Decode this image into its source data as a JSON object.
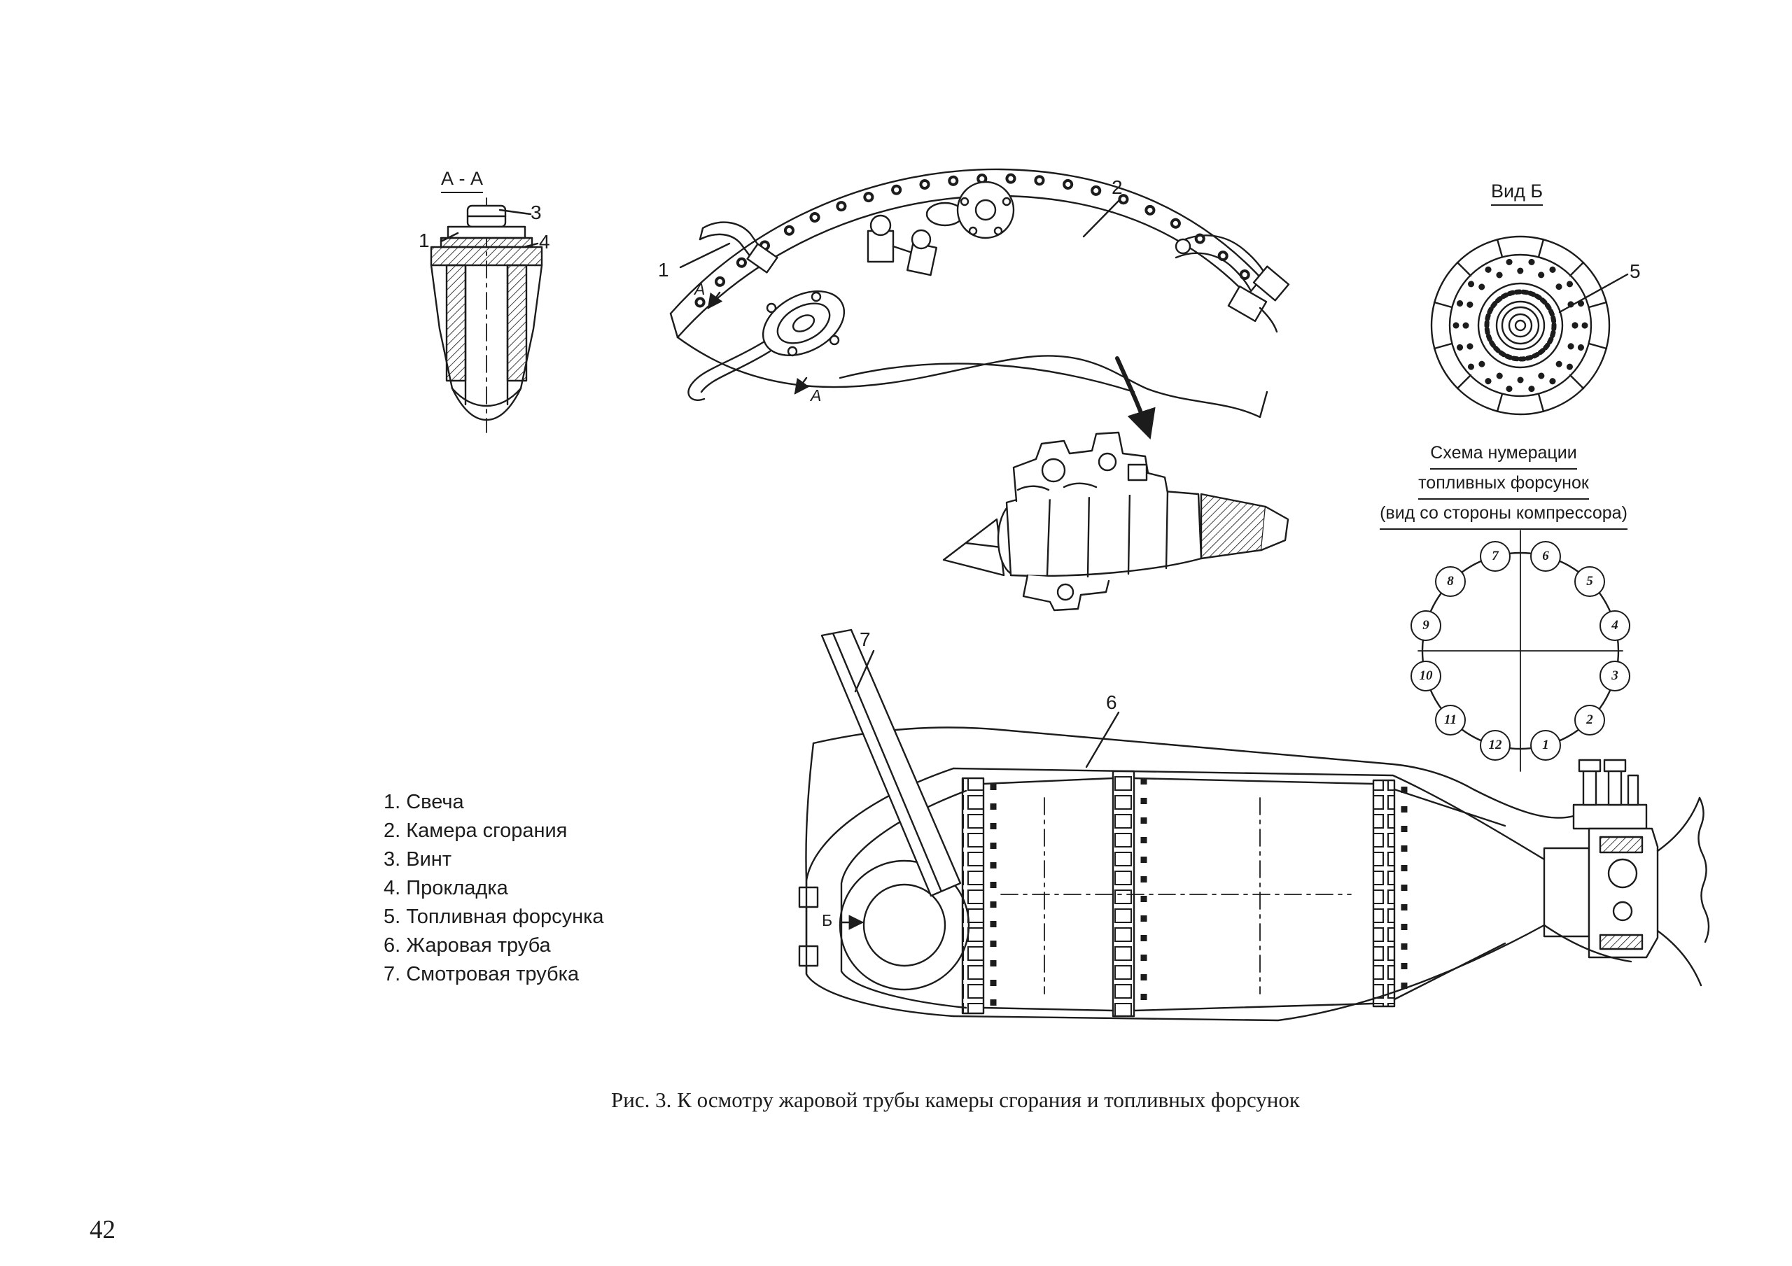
{
  "page": {
    "number": "42",
    "caption": "Рис. 3. К осмотру жаровой трубы камеры сгорания и топливных форсунок",
    "background_color": "#ffffff",
    "ink_color": "#1c1c1c"
  },
  "views": {
    "section_label": "А - А",
    "view_b_label": "Вид Б",
    "scheme_title": [
      "Схема нумерации",
      "топливных форсунок",
      "(вид со стороны компрессора)"
    ],
    "direction_mark": "Б",
    "section_mark": "А"
  },
  "callouts": {
    "spark_plug": "1",
    "combustion_chamber": "2",
    "screw": "3",
    "gasket": "4",
    "fuel_nozzle": "5",
    "flame_tube": "6",
    "inspection_tube": "7"
  },
  "legend": {
    "items": [
      "1. Свеча",
      "2. Камера сгорания",
      "3. Винт",
      "4. Прокладка",
      "5. Топливная форсунка",
      "6. Жаровая труба",
      "7. Смотровая трубка"
    ]
  },
  "nozzle_numbering": {
    "numbers": [
      "1",
      "2",
      "3",
      "4",
      "5",
      "6",
      "7",
      "8",
      "9",
      "10",
      "11",
      "12"
    ]
  }
}
